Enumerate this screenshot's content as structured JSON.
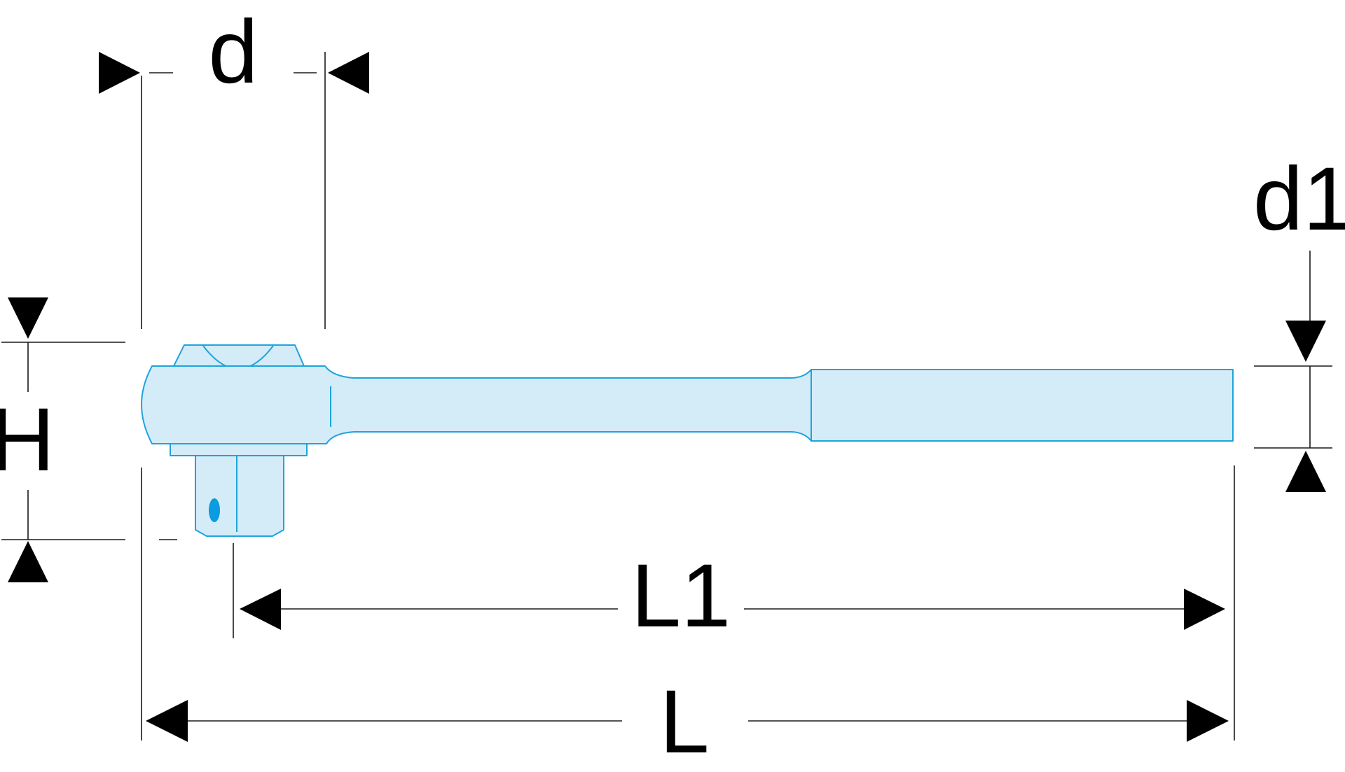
{
  "labels": {
    "d": "d",
    "d1": "d1",
    "H": "H",
    "L1": "L1",
    "L": "L"
  },
  "colors": {
    "part_fill": "#d4ebf8",
    "part_stroke": "#1ea4dc",
    "hole": "#0a9be0",
    "dimension": "#000000"
  }
}
